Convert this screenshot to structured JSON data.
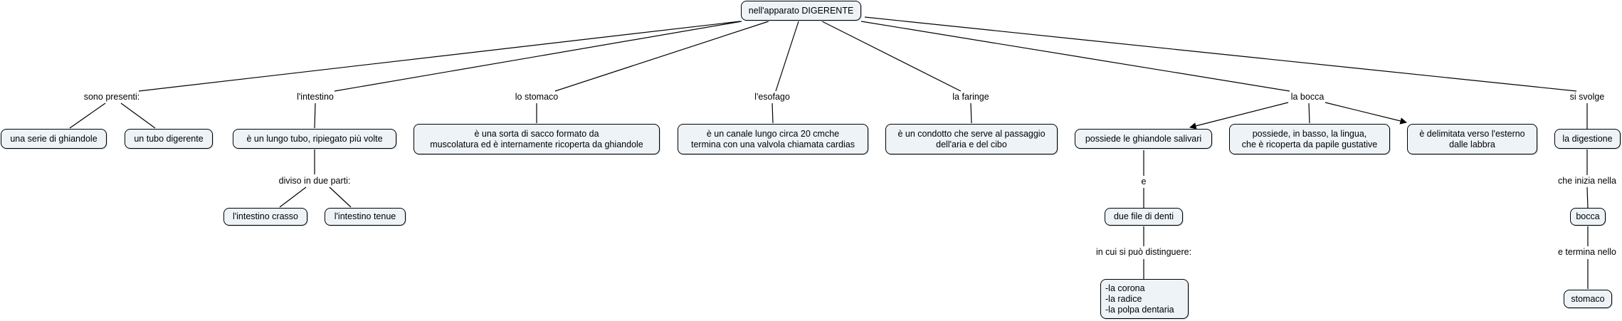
{
  "concept_map": {
    "root": "nell'apparato DIGERENTE",
    "link_labels": {
      "sono_presenti": "sono presenti:",
      "intestino": "l'intestino",
      "stomaco": "lo stomaco",
      "esofago": "l'esofago",
      "faringe": "la faringe",
      "bocca": "la bocca",
      "si_svolge": "si svolge",
      "diviso": "diviso in due parti:",
      "e": "e",
      "in_cui": "in cui si può distinguere:",
      "che_inizia": "che inizia nella",
      "e_termina": "e termina nello"
    },
    "concepts": {
      "ghiandole": "una serie di ghiandole",
      "tubo_digerente": "un tubo digerente",
      "lungo_tubo": "è un lungo tubo, ripiegato più volte",
      "sacco": "è una sorta di sacco formato da\nmuscolatura ed è internamente ricoperta da ghiandole",
      "canale": "è un canale lungo circa 20 cmche\ntermina con una valvola chiamata cardias",
      "condotto": "è un condotto che serve al passaggio\ndell'aria e del cibo",
      "ghiandole_salivari": "possiede le ghiandole salivari",
      "lingua": "possiede, in basso, la lingua,\nche è ricoperta da papile gustative",
      "labbra": "è delimitata verso l'esterno\ndalle labbra",
      "digestione": "la digestione",
      "crasso": "l'intestino crasso",
      "tenue": "l'intestino tenue",
      "denti": "due file di denti",
      "parti_dente": "-la corona\n-la radice\n-la polpa dentaria",
      "bocca_node": "bocca",
      "stomaco_node": "stomaco"
    }
  }
}
